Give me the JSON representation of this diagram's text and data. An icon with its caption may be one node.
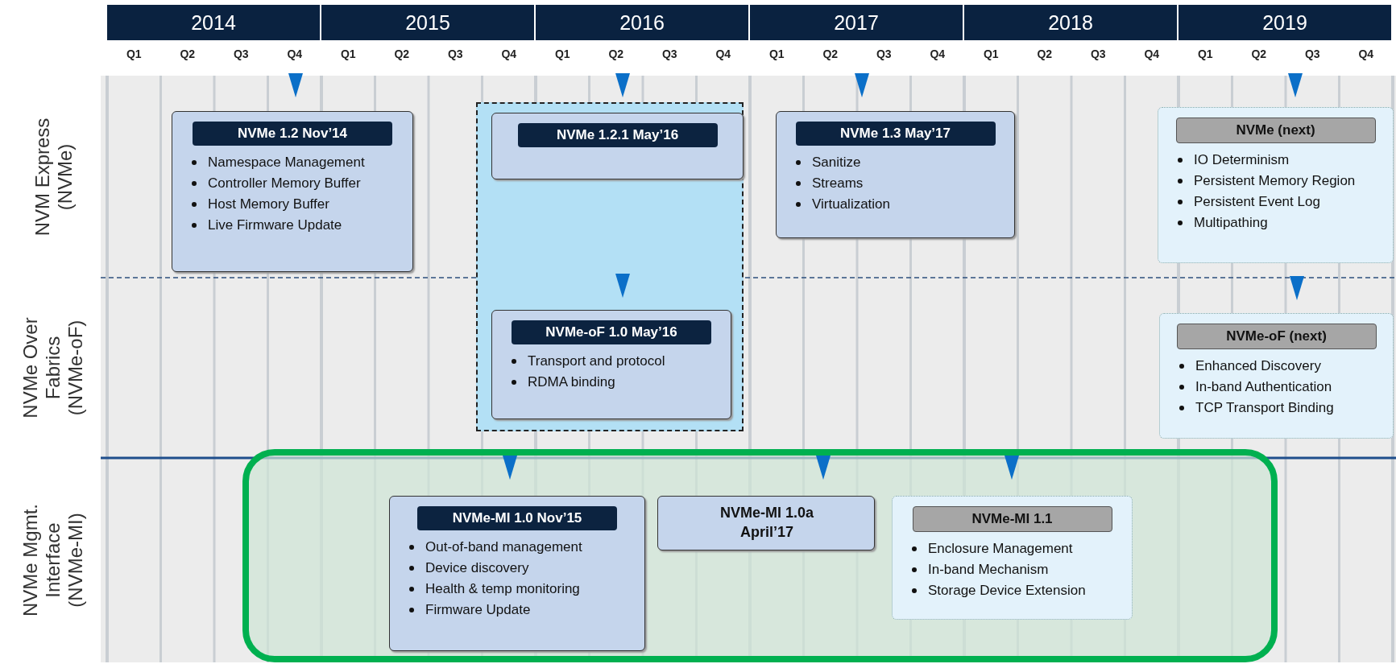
{
  "diagram": {
    "nodes": [
      {
        "text": [
          "NVMe 1.2 Nov’14",
          "Namespace Management",
          "Controller Memory Buffer",
          "Host Memory Buffer",
          "Live Firmware Update"
        ]
      },
      {
        "text": [],
        "shape": "box"
      },
      {
        "text": [
          "NVMe 1.2.1 May’16"
        ],
        "in": 1
      },
      {
        "text": [
          "NVMe 1.3 May’17",
          "Sanitize",
          "Streams",
          "Virtualization"
        ]
      },
      {
        "text": [
          "NVMe (next)",
          "IO Determinism",
          "Persistent Memory Region",
          "Persistent Event Log",
          "Multipathing"
        ]
      },
      {
        "text": [
          "NVMe-oF 1.0 May’16",
          "Transport and protocol",
          "RDMA binding"
        ],
        "in": 1
      },
      {
        "text": [
          "NVMe-oF (next)",
          "Enhanced Discovery",
          "In-band Authentication",
          "TCP Transport Binding"
        ]
      },
      {
        "text": [],
        "shape": "box"
      },
      {
        "text": [
          "NVMe-MI 1.0 Nov’15",
          "Out-of-band management",
          "Device discovery",
          "Health & temp monitoring",
          "Firmware Update"
        ],
        "in": 7
      },
      {
        "text": [
          "NVMe-MI 1.0a April’17"
        ],
        "in": 7
      },
      {
        "text": [
          "NVMe-MI 1.1",
          "Enclosure Management",
          "In-band Mechanism",
          "Storage Device Extension"
        ],
        "in": 7
      }
    ],
    "labels": [
      "2014",
      "2015",
      "2016",
      "2017",
      "2018",
      "2019",
      "Q1",
      "Q2",
      "Q3",
      "Q4",
      "Q1",
      "Q2",
      "Q3",
      "Q4",
      "Q1",
      "Q2",
      "Q3",
      "Q4",
      "Q1",
      "Q2",
      "Q3",
      "Q4",
      "Q1",
      "Q2",
      "Q3",
      "Q4",
      "Q1",
      "Q2",
      "Q3",
      "Q4",
      "NVM Express (NVMe)",
      "NVMe Over Fabrics (NVMe-oF)",
      "NVMe Mgmt. Interface (NVMe-MI)"
    ]
  }
}
